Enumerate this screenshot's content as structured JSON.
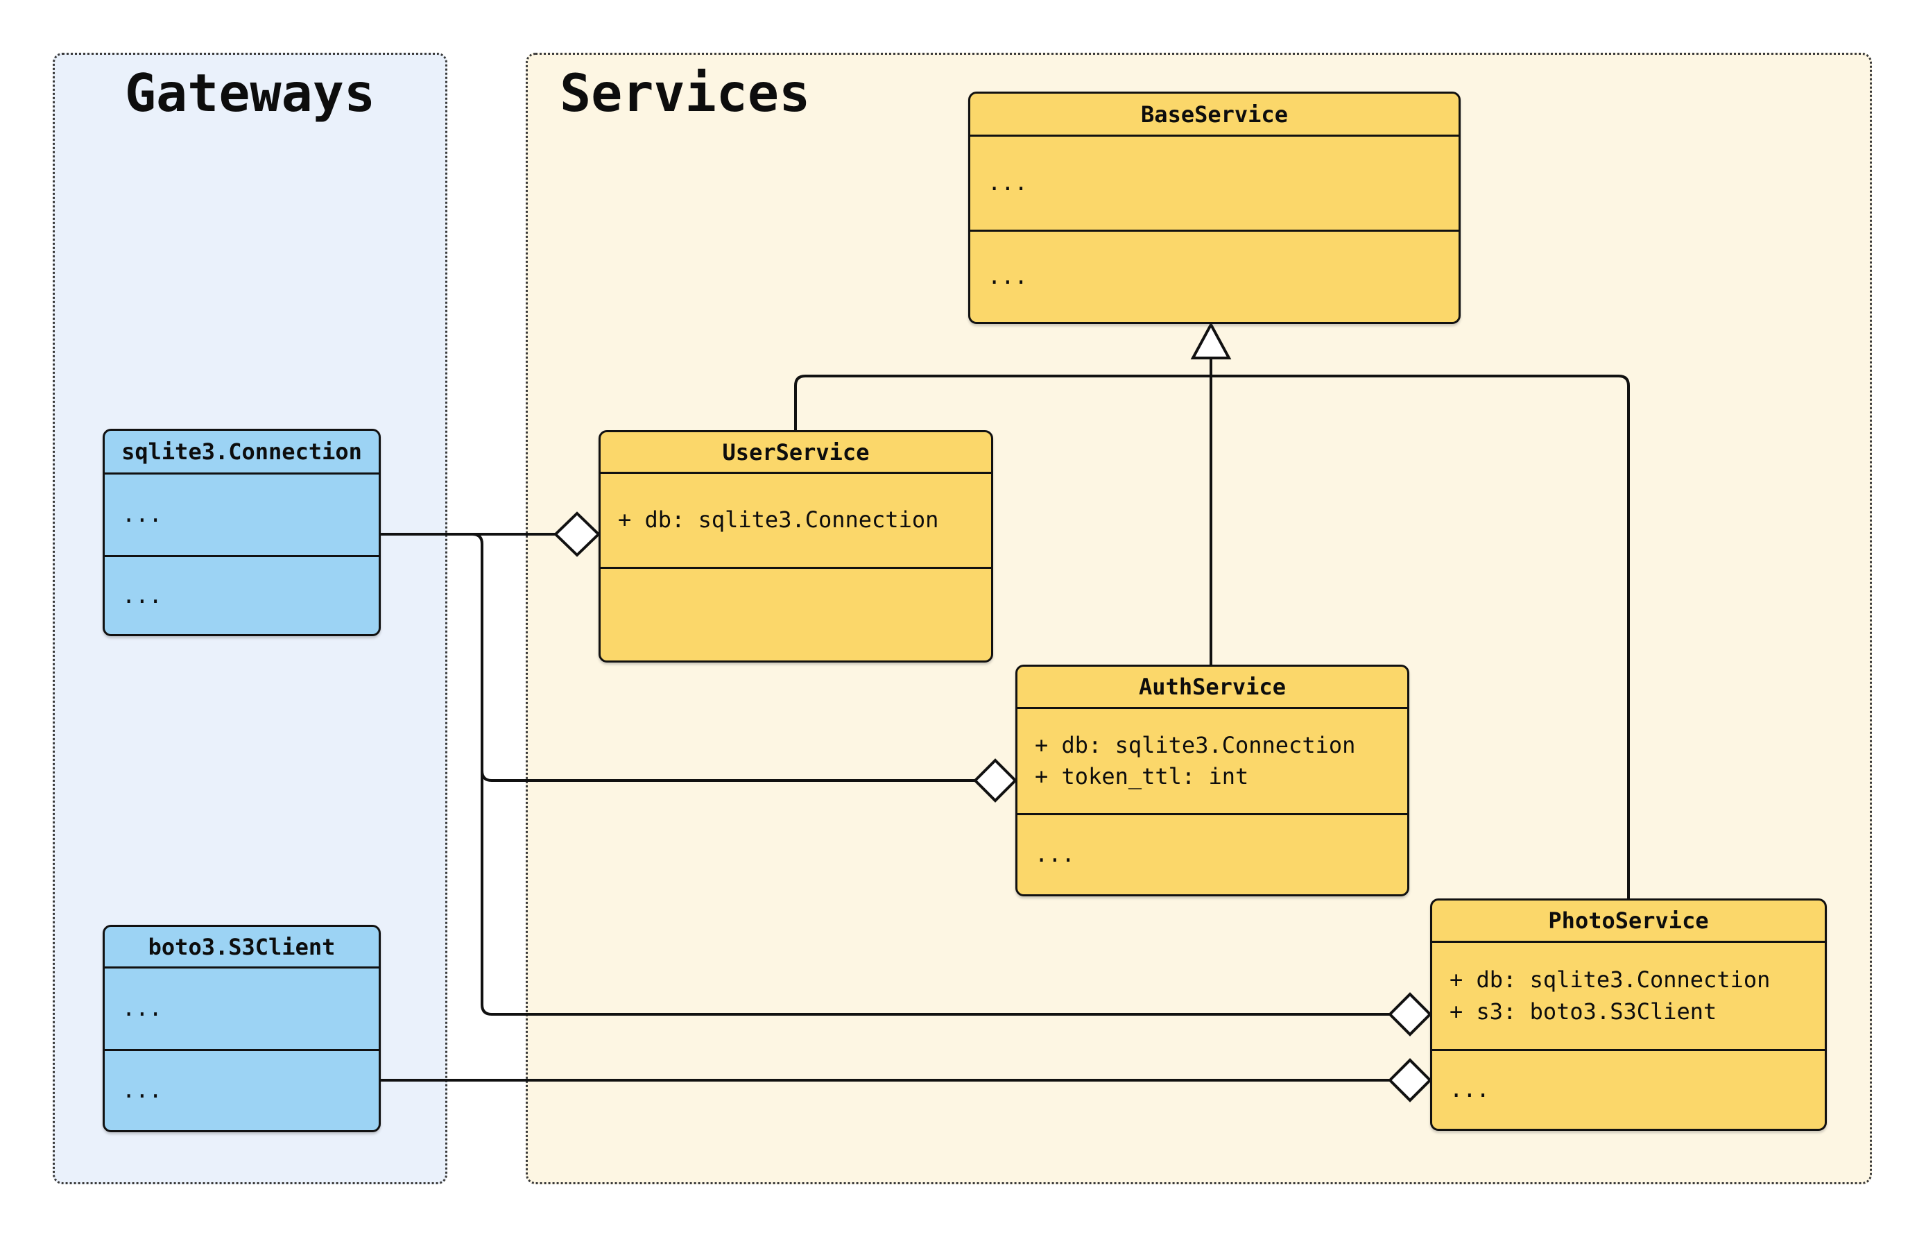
{
  "colors": {
    "canvas_bg": "#FFFFFF",
    "gateways_panel_bg": "#EAF1FB",
    "services_panel_bg": "#FDF6E3",
    "gateway_class_fill": "#9CD3F4",
    "service_class_fill": "#FBD76A",
    "stroke": "#111111"
  },
  "panels": {
    "gateways": {
      "title": "Gateways"
    },
    "services": {
      "title": "Services"
    }
  },
  "classes": {
    "sqlite3_connection": {
      "title": "sqlite3.Connection",
      "attributes": [
        "..."
      ],
      "methods": [
        "..."
      ]
    },
    "boto3_s3client": {
      "title": "boto3.S3Client",
      "attributes": [
        "..."
      ],
      "methods": [
        "..."
      ]
    },
    "base_service": {
      "title": "BaseService",
      "attributes": [
        "..."
      ],
      "methods": [
        "..."
      ]
    },
    "user_service": {
      "title": "UserService",
      "attributes": [
        "+ db: sqlite3.Connection"
      ],
      "methods": [
        ""
      ]
    },
    "auth_service": {
      "title": "AuthService",
      "attributes": [
        "+ db: sqlite3.Connection",
        "+ token_ttl: int"
      ],
      "methods": [
        "..."
      ]
    },
    "photo_service": {
      "title": "PhotoService",
      "attributes": [
        "+ db: sqlite3.Connection",
        "+ s3: boto3.S3Client"
      ],
      "methods": [
        "..."
      ]
    }
  },
  "relationships": [
    {
      "type": "inheritance",
      "parent": "BaseService",
      "child": "UserService"
    },
    {
      "type": "inheritance",
      "parent": "BaseService",
      "child": "AuthService"
    },
    {
      "type": "inheritance",
      "parent": "BaseService",
      "child": "PhotoService"
    },
    {
      "type": "aggregation",
      "whole": "UserService",
      "part": "sqlite3.Connection"
    },
    {
      "type": "aggregation",
      "whole": "AuthService",
      "part": "sqlite3.Connection"
    },
    {
      "type": "aggregation",
      "whole": "PhotoService",
      "part": "sqlite3.Connection"
    },
    {
      "type": "aggregation",
      "whole": "PhotoService",
      "part": "boto3.S3Client"
    }
  ]
}
